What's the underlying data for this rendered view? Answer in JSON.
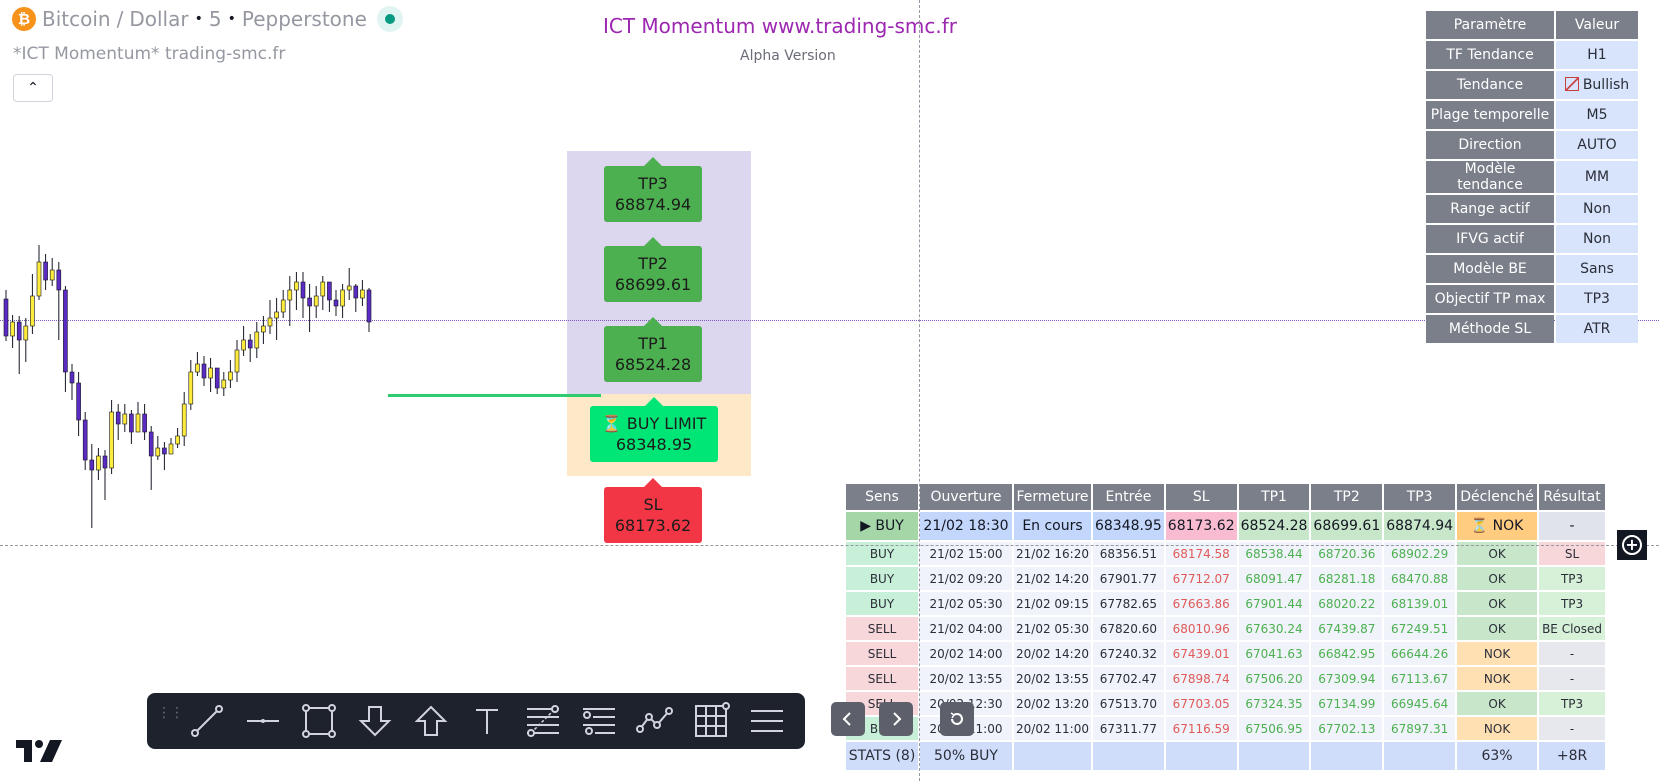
{
  "header": {
    "coin_glyph": "₿",
    "symbol": "Bitcoin",
    "separator": "/",
    "quote": "Dollar",
    "dot": "•",
    "interval": "5",
    "exchange": "Pepperstone",
    "indicator_name": "*ICT Momentum* trading-smc.fr",
    "collapse_glyph": "⌃",
    "title": "ICT Momentum www.trading-smc.fr",
    "subtitle": "Alpha Version"
  },
  "order_tags": {
    "tp3": {
      "label": "TP3",
      "price": "68874.94"
    },
    "tp2": {
      "label": "TP2",
      "price": "68699.61"
    },
    "tp1": {
      "label": "TP1",
      "price": "68524.28"
    },
    "entry": {
      "label": "⏳ BUY LIMIT",
      "price": "68348.95"
    },
    "sl": {
      "label": "SL",
      "price": "68173.62"
    }
  },
  "params": {
    "header_key": "Paramètre",
    "header_val": "Valeur",
    "rows": [
      {
        "key": "TF Tendance",
        "value": "H1"
      },
      {
        "key": "Tendance",
        "value": "Bullish"
      },
      {
        "key": "Plage temporelle",
        "value": "M5"
      },
      {
        "key": "Direction",
        "value": "AUTO"
      },
      {
        "key": "Modèle tendance",
        "value": "MM"
      },
      {
        "key": "Range actif",
        "value": "Non"
      },
      {
        "key": "IFVG actif",
        "value": "Non"
      },
      {
        "key": "Modèle BE",
        "value": "Sans"
      },
      {
        "key": "Objectif TP max",
        "value": "TP3"
      },
      {
        "key": "Méthode SL",
        "value": "ATR"
      }
    ]
  },
  "trades": {
    "headers": [
      "Sens",
      "Ouverture",
      "Fermeture",
      "Entrée",
      "SL",
      "TP1",
      "TP2",
      "TP3",
      "Déclenché",
      "Résultat"
    ],
    "current": [
      "▶ BUY",
      "21/02 18:30",
      "En cours",
      "68348.95",
      "68173.62",
      "68524.28",
      "68699.61",
      "68874.94",
      "⏳ NOK",
      "-"
    ],
    "rows": [
      [
        "BUY",
        "21/02 15:00",
        "21/02 16:20",
        "68356.51",
        "68174.58",
        "68538.44",
        "68720.36",
        "68902.29",
        "OK",
        "SL"
      ],
      [
        "BUY",
        "21/02 09:20",
        "21/02 14:20",
        "67901.77",
        "67712.07",
        "68091.47",
        "68281.18",
        "68470.88",
        "OK",
        "TP3"
      ],
      [
        "BUY",
        "21/02 05:30",
        "21/02 09:15",
        "67782.65",
        "67663.86",
        "67901.44",
        "68020.22",
        "68139.01",
        "OK",
        "TP3"
      ],
      [
        "SELL",
        "21/02 04:00",
        "21/02 05:30",
        "67820.60",
        "68010.96",
        "67630.24",
        "67439.87",
        "67249.51",
        "OK",
        "BE Closed"
      ],
      [
        "SELL",
        "20/02 14:00",
        "20/02 14:20",
        "67240.32",
        "67439.01",
        "67041.63",
        "66842.95",
        "66644.26",
        "NOK",
        "-"
      ],
      [
        "SELL",
        "20/02 13:55",
        "20/02 13:55",
        "67702.47",
        "67898.74",
        "67506.20",
        "67309.94",
        "67113.67",
        "NOK",
        "-"
      ],
      [
        "SELL",
        "20/02 12:30",
        "20/02 13:20",
        "67513.70",
        "67703.05",
        "67324.35",
        "67134.99",
        "66945.64",
        "OK",
        "TP3"
      ],
      [
        "BUY",
        "20/02 11:00",
        "20/02 11:00",
        "67311.77",
        "67116.59",
        "67506.95",
        "67702.13",
        "67897.31",
        "NOK",
        "-"
      ]
    ],
    "stats": [
      "STATS (8)",
      "50% BUY",
      "",
      "",
      "",
      "",
      "",
      "",
      "63%",
      "+8R"
    ]
  },
  "toolbar": {
    "grip": "⋮⋮",
    "tools": [
      "trend-line-icon",
      "horizontal-line-icon",
      "rectangle-icon",
      "arrow-down-icon",
      "arrow-up-icon",
      "text-icon",
      "fib-retracement-icon",
      "fib-extension-icon",
      "path-icon",
      "grid-icon",
      "menu-icon"
    ]
  },
  "candles": [
    [
      299,
      336,
      290,
      341
    ],
    [
      336,
      322,
      315,
      348
    ],
    [
      322,
      340,
      316,
      374
    ],
    [
      340,
      326,
      318,
      362
    ],
    [
      326,
      296,
      274,
      334
    ],
    [
      296,
      262,
      245,
      300
    ],
    [
      262,
      280,
      254,
      290
    ],
    [
      280,
      270,
      258,
      286
    ],
    [
      270,
      290,
      262,
      340
    ],
    [
      290,
      372,
      286,
      392
    ],
    [
      372,
      383,
      364,
      400
    ],
    [
      383,
      420,
      372,
      436
    ],
    [
      420,
      460,
      412,
      470
    ],
    [
      460,
      470,
      444,
      528
    ],
    [
      470,
      456,
      448,
      480
    ],
    [
      456,
      468,
      450,
      500
    ],
    [
      468,
      412,
      400,
      474
    ],
    [
      412,
      424,
      404,
      440
    ],
    [
      424,
      414,
      404,
      432
    ],
    [
      414,
      432,
      410,
      444
    ],
    [
      432,
      414,
      402,
      430
    ],
    [
      414,
      432,
      404,
      440
    ],
    [
      432,
      456,
      426,
      490
    ],
    [
      456,
      448,
      436,
      460
    ],
    [
      448,
      454,
      442,
      470
    ],
    [
      454,
      444,
      438,
      452
    ],
    [
      444,
      436,
      428,
      448
    ],
    [
      436,
      404,
      392,
      446
    ],
    [
      404,
      372,
      360,
      410
    ],
    [
      372,
      364,
      352,
      376
    ],
    [
      364,
      378,
      356,
      386
    ],
    [
      378,
      368,
      358,
      392
    ],
    [
      368,
      388,
      378,
      394
    ],
    [
      388,
      380,
      372,
      396
    ],
    [
      380,
      372,
      360,
      388
    ],
    [
      372,
      350,
      340,
      382
    ],
    [
      350,
      340,
      326,
      356
    ],
    [
      340,
      348,
      334,
      362
    ],
    [
      348,
      332,
      322,
      358
    ],
    [
      332,
      326,
      316,
      344
    ],
    [
      326,
      318,
      300,
      334
    ],
    [
      318,
      312,
      298,
      340
    ],
    [
      312,
      300,
      290,
      318
    ],
    [
      300,
      290,
      276,
      326
    ],
    [
      290,
      282,
      272,
      310
    ],
    [
      282,
      298,
      272,
      318
    ],
    [
      298,
      306,
      284,
      332
    ],
    [
      306,
      296,
      286,
      318
    ],
    [
      296,
      282,
      276,
      310
    ],
    [
      282,
      300,
      288,
      312
    ],
    [
      300,
      306,
      290,
      316
    ],
    [
      306,
      290,
      284,
      318
    ],
    [
      290,
      286,
      268,
      300
    ],
    [
      286,
      298,
      284,
      312
    ],
    [
      298,
      290,
      280,
      306
    ],
    [
      290,
      322,
      288,
      332
    ]
  ]
}
